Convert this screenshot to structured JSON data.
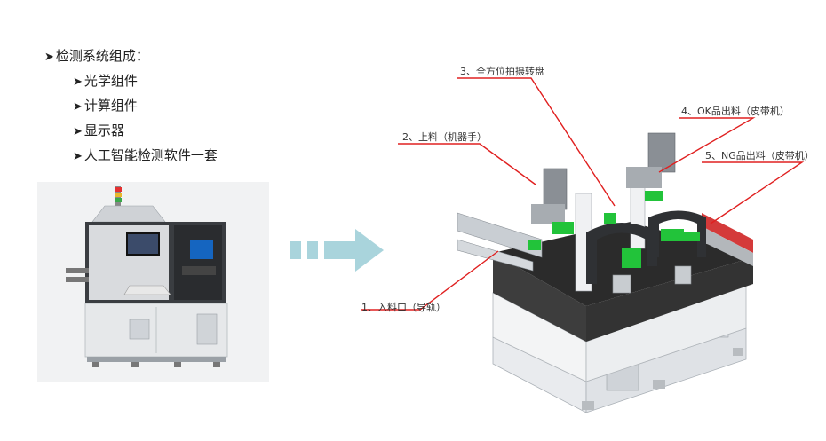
{
  "overview": {
    "heading": "检测系统组成：",
    "items": [
      "光学组件",
      "计算组件",
      "显示器",
      "人工智能检测软件一套"
    ]
  },
  "callouts": [
    "1、入料口（导轨）",
    "2、上料（机器手）",
    "3、全方位拍摄转盘",
    "4、OK品出料（皮带机）",
    "5、NG品出料（皮带机）"
  ],
  "colors": {
    "accent_red": "#e02020",
    "arrow_teal": "#a9d4dc",
    "machine_green": "#22c33a",
    "frame_dark": "#2b2b2b"
  }
}
